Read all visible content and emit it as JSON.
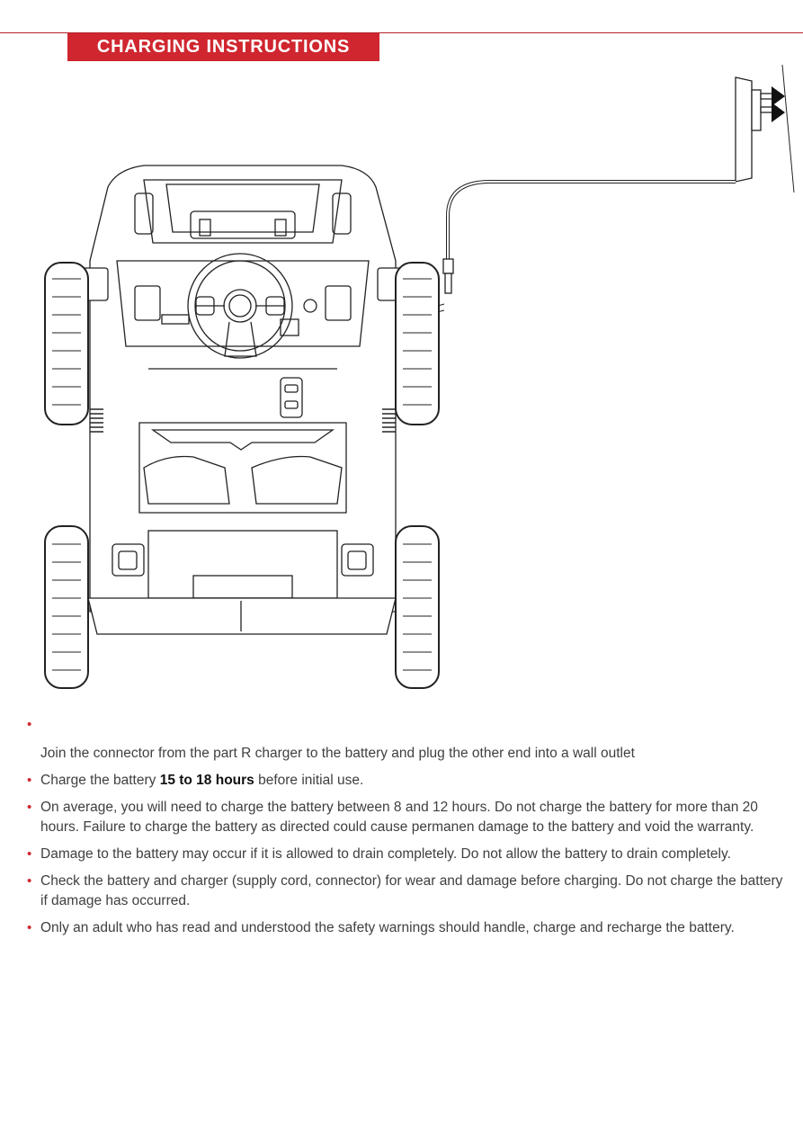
{
  "header": {
    "title": "CHARGING INSTRUCTIONS",
    "accent_color": "#d0262f"
  },
  "illustration": {
    "icons": [
      "ride-on-vehicle-top-view",
      "charger-cord",
      "wall-outlet-plug"
    ]
  },
  "instructions": {
    "items": [
      {
        "text": "Join the connector from the part R charger to the battery and plug  the other end into a wall outlet"
      },
      {
        "text_before": "Charge the battery ",
        "bold": "15 to 18 hours",
        "text_after": " before initial use."
      },
      {
        "text": "On average, you will need to charge the battery between 8 and 12 hours. Do not charge the battery for more than 20 hours. Failure to charge the battery as directed could cause permanen damage to the battery and void the warranty."
      },
      {
        "text": "Damage to the battery may occur if it is allowed to drain completely. Do not allow the battery to drain completely."
      },
      {
        "text": "Check the battery and charger (supply cord, connector) for wear and damage before charging. Do not charge the battery if damage has occurred."
      },
      {
        "text": "Only an adult who has read and understood the safety warnings should handle, charge and recharge the battery."
      }
    ]
  }
}
